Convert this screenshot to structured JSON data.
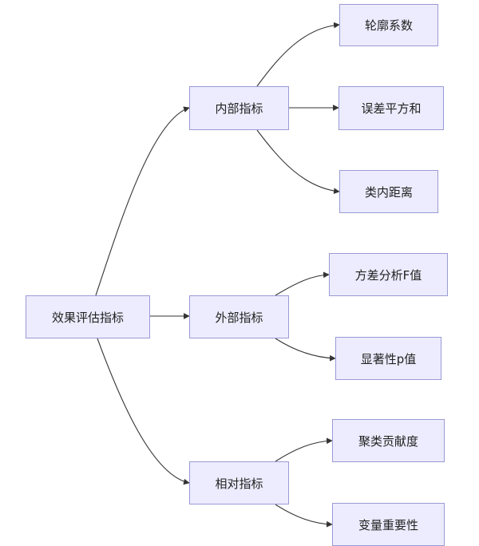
{
  "colors": {
    "node_fill": "#ececfe",
    "node_border": "#9a9ad6",
    "edge": "#333333"
  },
  "nodes": {
    "root": "效果评估指标",
    "internal": "内部指标",
    "external": "外部指标",
    "relative": "相对指标",
    "silhouette": "轮廓系数",
    "sse": "误差平方和",
    "intra_distance": "类内距离",
    "anova_f": "方差分析F值",
    "significance_p": "显著性p值",
    "cluster_contribution": "聚类贡献度",
    "variable_importance": "变量重要性"
  }
}
